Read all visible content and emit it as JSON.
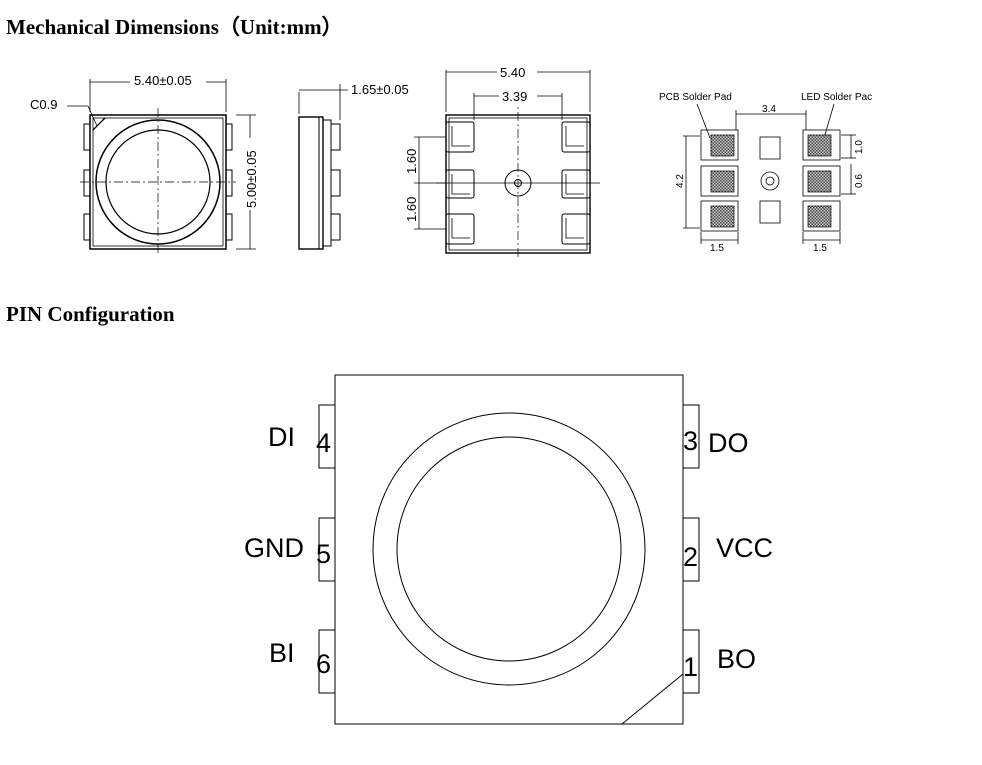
{
  "headings": {
    "mechanical": "Mechanical Dimensions（Unit:mm）",
    "pin_config": "PIN Configuration"
  },
  "dimensions": {
    "chamfer": "C0.9",
    "width": "5.40±0.05",
    "height": "5.00±0.05",
    "thickness": "1.65±0.05",
    "bottom_width": "5.40",
    "bottom_inner": "3.39",
    "pitch_a": "1.60",
    "pitch_b": "1.60"
  },
  "footprint": {
    "pcb_label": "PCB Solder Pad",
    "led_label": "LED Solder Pac",
    "span": "3.4",
    "height": "4.2",
    "pad_w_left": "1.5",
    "pad_w_right": "1.5",
    "pad_h": "1.0",
    "pad_gap": "0.6"
  },
  "pins": [
    {
      "num": "4",
      "name": "DI"
    },
    {
      "num": "5",
      "name": "GND"
    },
    {
      "num": "6",
      "name": "BI"
    },
    {
      "num": "3",
      "name": "DO"
    },
    {
      "num": "2",
      "name": "VCC"
    },
    {
      "num": "1",
      "name": "BO"
    }
  ]
}
